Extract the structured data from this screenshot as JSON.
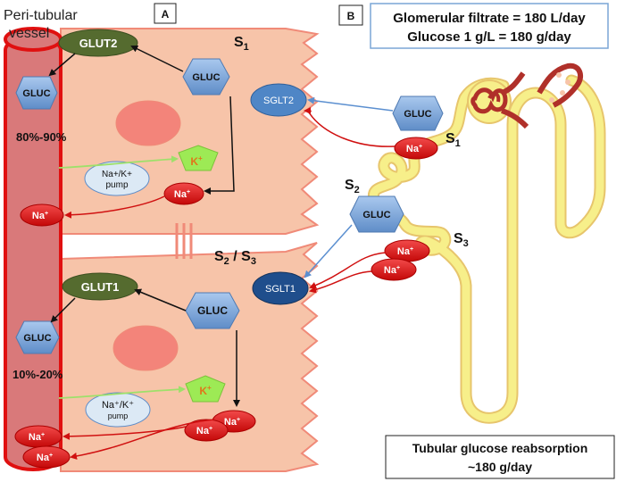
{
  "panel_a": {
    "label": "A",
    "vessel_label_line1": "Peri-tubular",
    "vessel_label_line2": "vessel",
    "segment_top": "S",
    "segment_top_sub": "1",
    "segment_bottom_a": "S",
    "segment_bottom_a_sub": "2",
    "segment_bottom_sep": " / ",
    "segment_bottom_b": "S",
    "segment_bottom_b_sub": "3",
    "glut2": "GLUT2",
    "glut1": "GLUT1",
    "gluc": "GLUC",
    "pct_top": "80%-90%",
    "pct_bottom": "10%-20%",
    "na": "Na",
    "plus": "+",
    "k": "K",
    "pump_top_line1": "Na+/K+",
    "pump_top_line2": "pump",
    "pump_bottom_line1": "Na⁺/K⁺",
    "pump_bottom_line2": "pump"
  },
  "panel_b": {
    "label": "B",
    "header_line1": "Glomerular filtrate = 180 L/day",
    "header_line2": "Glucose 1 g/L = 180 g/day",
    "sglt2": "SGLT2",
    "sglt1": "SGLT1",
    "s1": "S",
    "s1_sub": "1",
    "s2": "S",
    "s2_sub": "2",
    "s3": "S",
    "s3_sub": "3",
    "footer_line1": "Tubular glucose reabsorption",
    "footer_line2": "~180 g/day"
  },
  "colors": {
    "vessel_fill": "#d9797a",
    "vessel_stroke": "#e01010",
    "cell_fill": "#f7c4a9",
    "cell_stroke": "#f08a78",
    "nucleus": "#f3847a",
    "glut": "#556b2f",
    "gluc_blue": "#7ba3d6",
    "na_red": "#e40f0f",
    "k_green": "#9dea55",
    "k_text": "#e0761a",
    "pump": "#dce9f5",
    "sglt2": "#4f86c6",
    "sglt1": "#1f4e8c",
    "tubule": "#f7ef8a",
    "tubule_stroke": "#e7c56c",
    "glomerulus": "#b0302a"
  }
}
